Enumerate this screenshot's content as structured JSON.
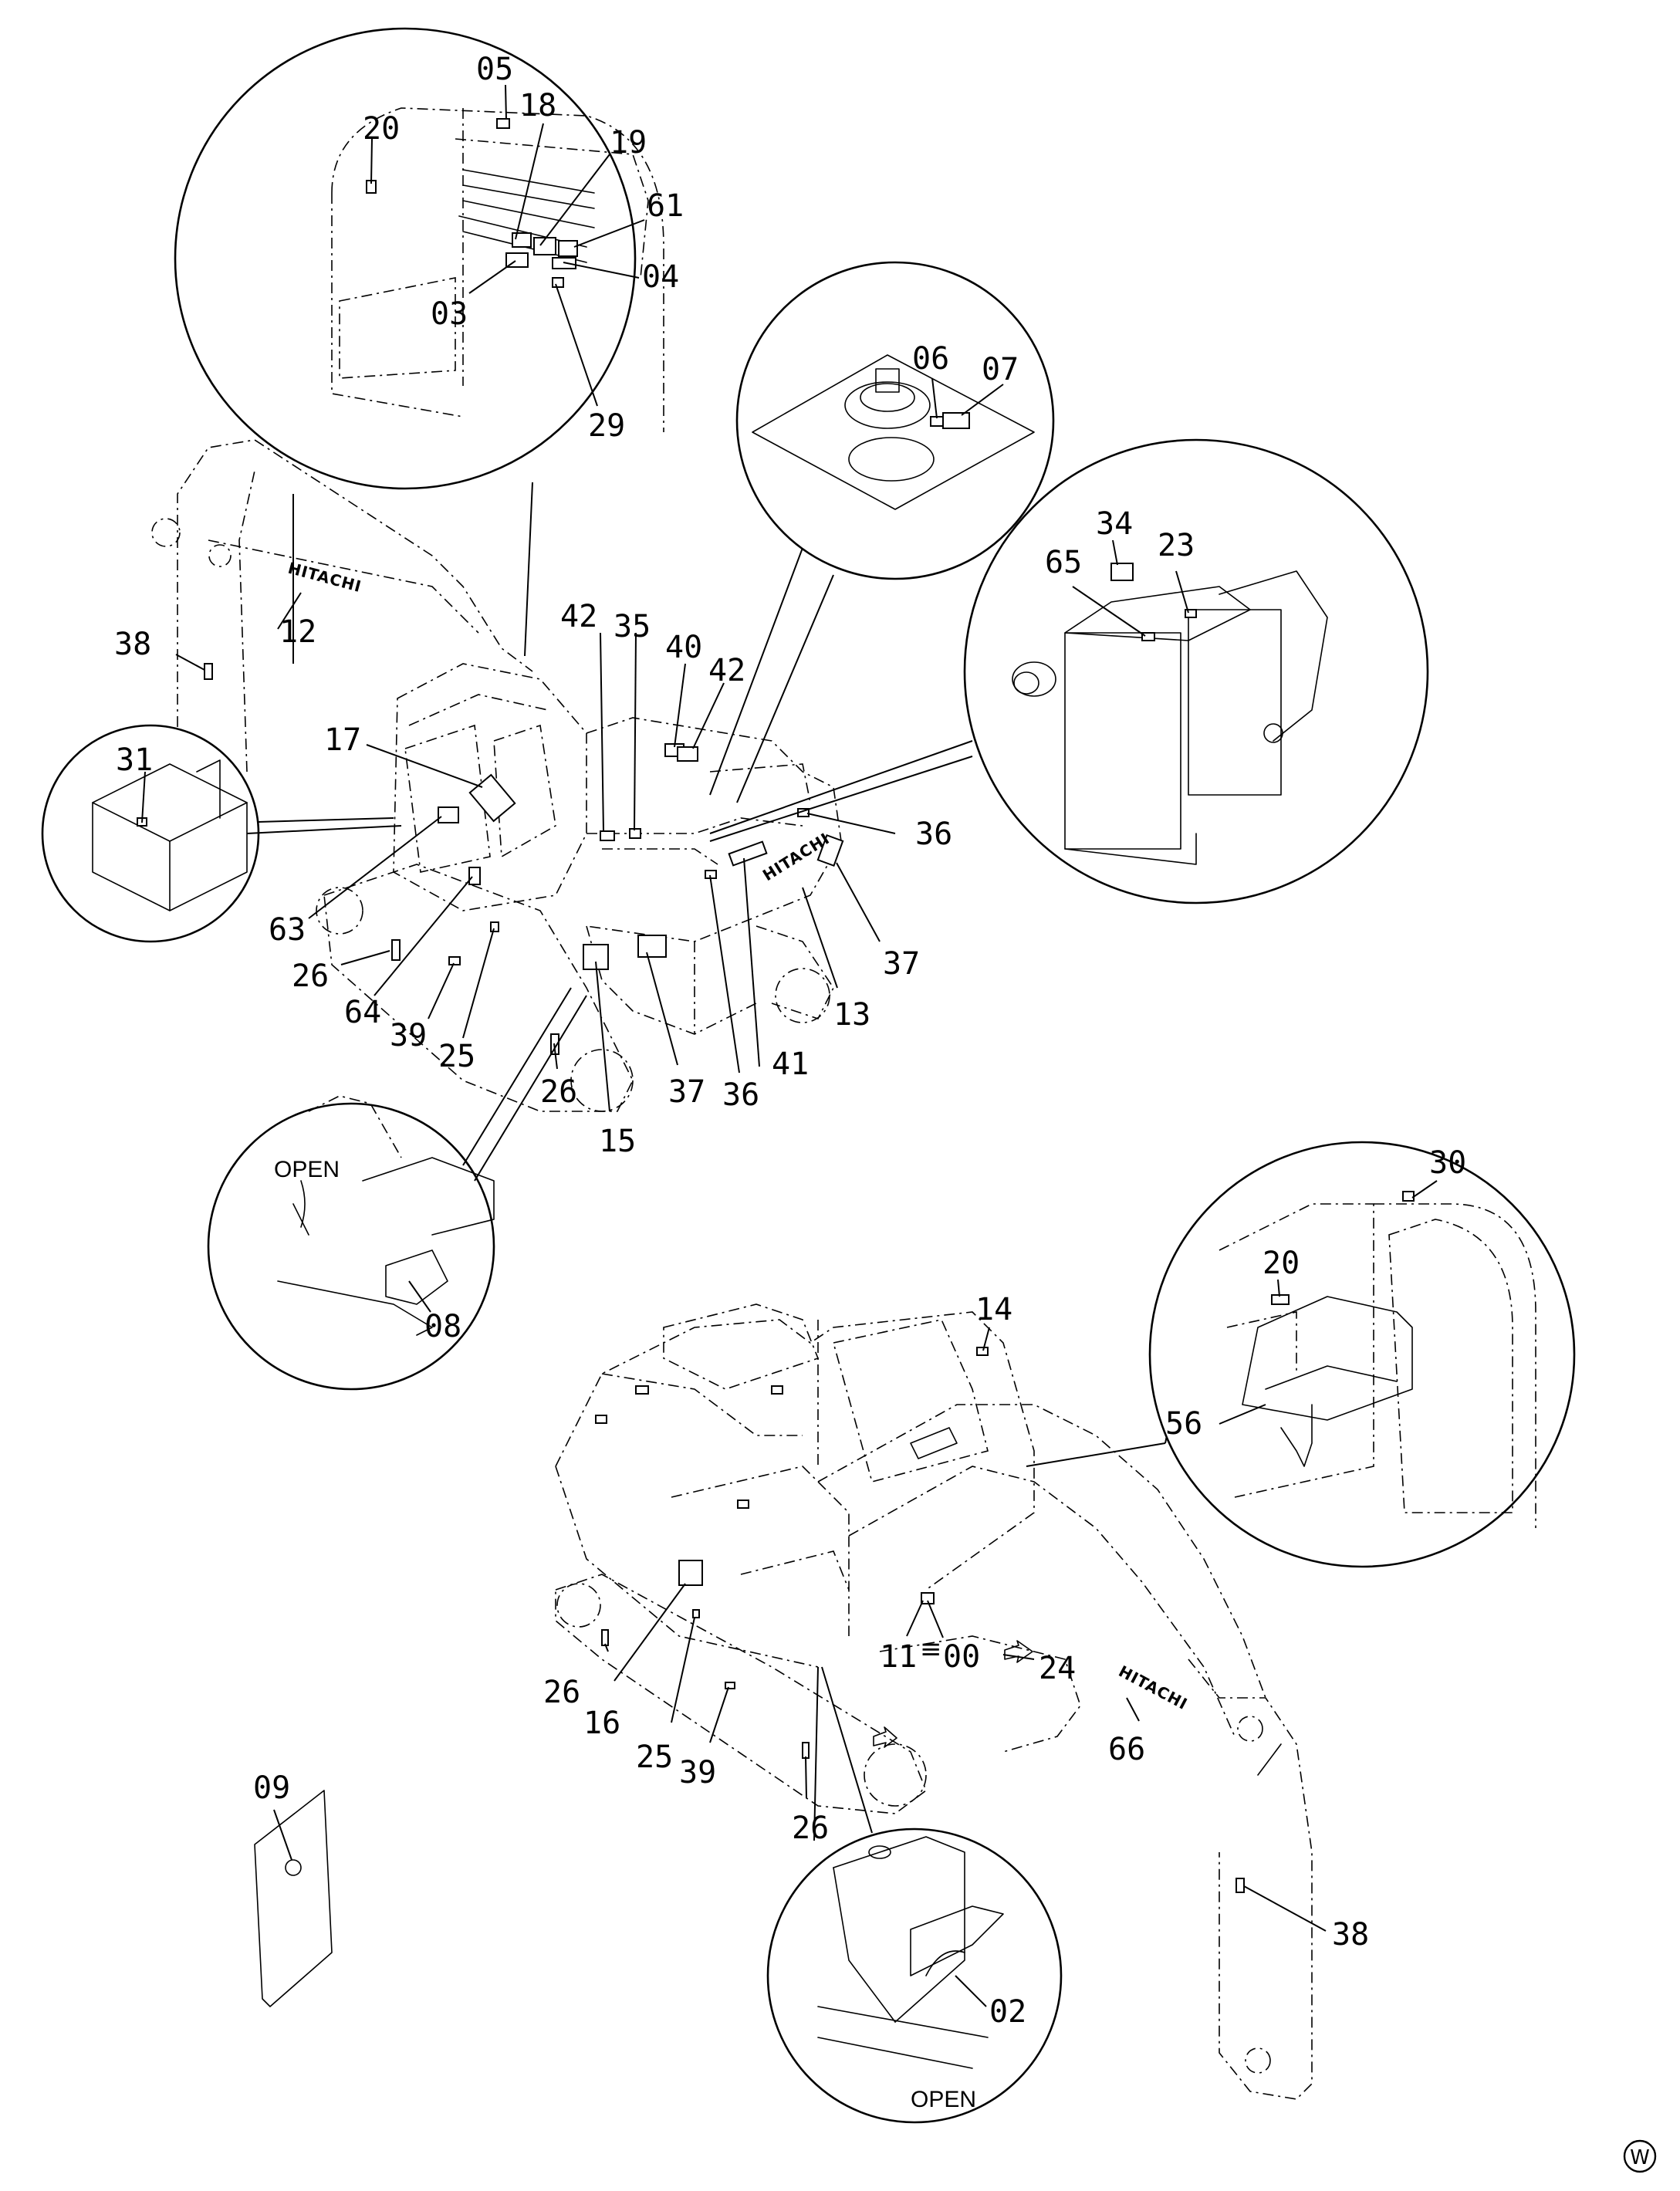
{
  "diagram": {
    "part_numbers": {
      "p05": "05",
      "p18": "18",
      "p19": "19",
      "p20a": "20",
      "p61": "61",
      "p04": "04",
      "p03": "03",
      "p29": "29",
      "p06": "06",
      "p07": "07",
      "p34": "34",
      "p23": "23",
      "p65": "65",
      "p12": "12",
      "p38a": "38",
      "p31": "31",
      "p17": "17",
      "p63": "63",
      "p26a": "26",
      "p64": "64",
      "p39a": "39",
      "p25a": "25",
      "p26b": "26",
      "p15": "15",
      "p37a": "37",
      "p42a": "42",
      "p35": "35",
      "p40": "40",
      "p42b": "42",
      "p36a": "36",
      "p36b": "36",
      "p41": "41",
      "p13": "13",
      "p37b": "37",
      "p08": "08",
      "p30": "30",
      "p20b": "20",
      "p56": "56",
      "p14": "14",
      "p11": "11",
      "p00": "00",
      "p24": "24",
      "p66": "66",
      "p26c": "26",
      "p16": "16",
      "p25b": "25",
      "p39b": "39",
      "p26d": "26",
      "p38b": "38",
      "p02": "02",
      "p09": "09"
    },
    "brand_texts": {
      "boom_top": "HITACHI",
      "counterweight": "HITACHI",
      "boom_bottom": "HITACHI"
    },
    "open_labels": {
      "battery_cover": "OPEN",
      "fuel_cap": "OPEN"
    },
    "corner_mark": "W"
  }
}
